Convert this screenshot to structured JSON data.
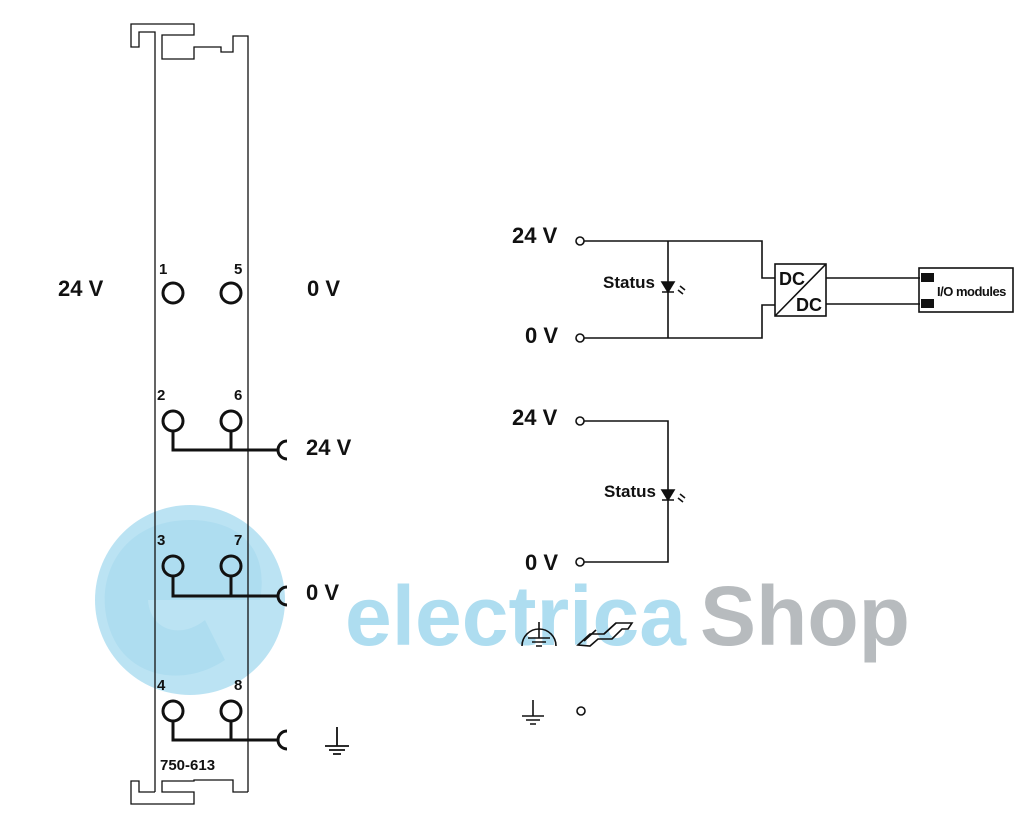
{
  "watermark": {
    "part1": "electrica",
    "part2": "Shop",
    "color1": "#aadcf0",
    "color2": "#b4b8bb"
  },
  "module": {
    "model": "750-613",
    "terminals": [
      "1",
      "5",
      "2",
      "6",
      "3",
      "7",
      "4",
      "8"
    ],
    "labels": {
      "row1_left": "24 V",
      "row1_right": "0 V",
      "row2": "24 V",
      "row3": "0 V"
    }
  },
  "circuit": {
    "supply_top": {
      "plus": "24 V",
      "minus": "0 V",
      "status": "Status"
    },
    "converter": {
      "top": "DC",
      "bottom": "DC"
    },
    "load": "I/O modules",
    "supply_bottom": {
      "plus": "24 V",
      "minus": "0 V",
      "status": "Status"
    }
  }
}
